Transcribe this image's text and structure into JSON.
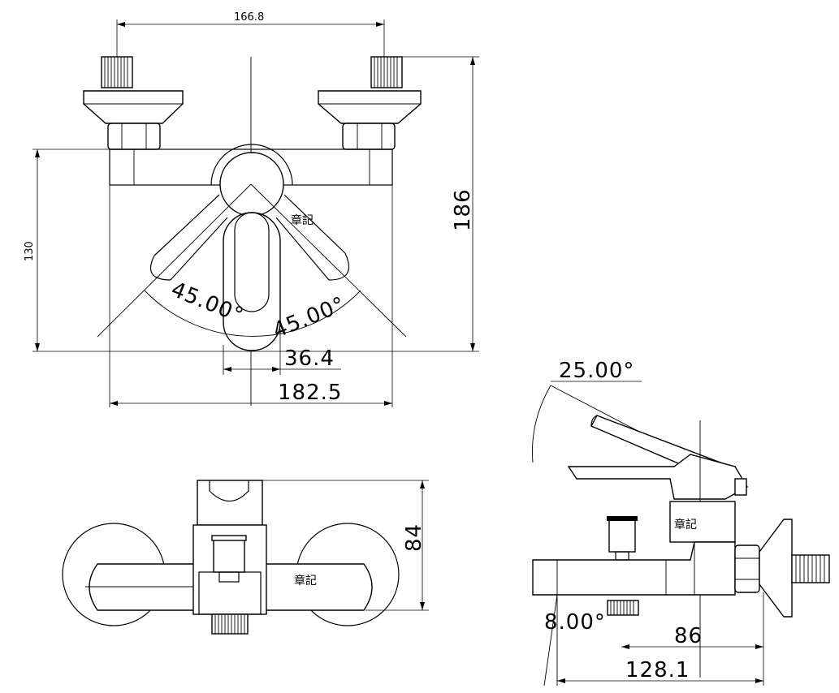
{
  "top_view": {
    "dim_spacing": "166.8",
    "dim_height_right": "186",
    "dim_height_left": "130",
    "angle_left": "45.00°",
    "angle_right": "45.00°",
    "dim_spout": "36.4",
    "dim_width": "182.5",
    "mark": "章記"
  },
  "front_view": {
    "dim_height": "84",
    "mark": "章記"
  },
  "side_view": {
    "angle_top": "25.00°",
    "angle_bottom": "8.00°",
    "dim_short": "86",
    "dim_long": "128.1",
    "mark": "章記"
  }
}
